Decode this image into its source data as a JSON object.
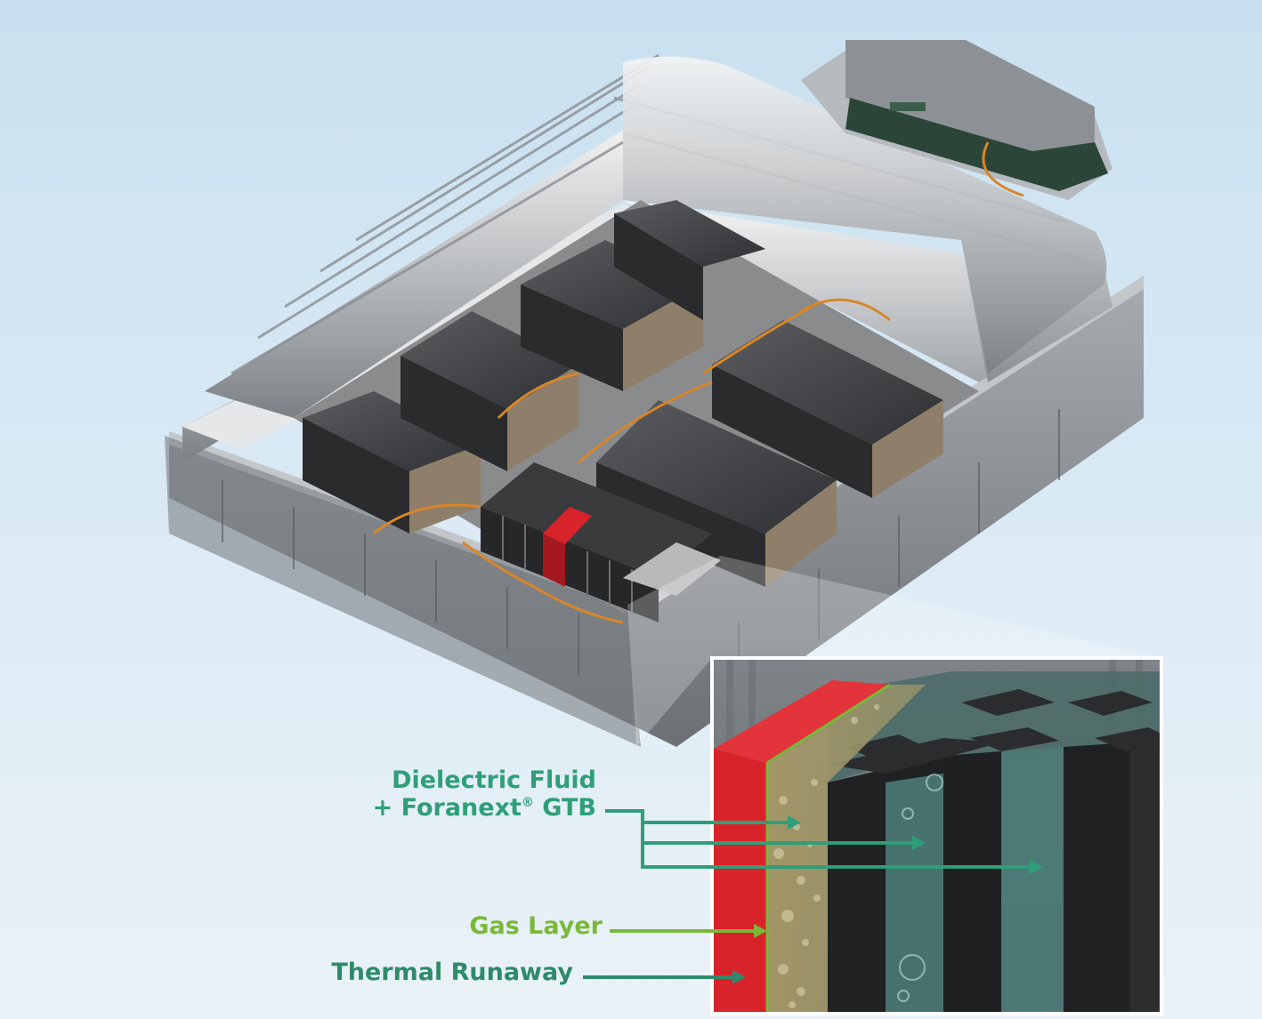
{
  "labels": {
    "dielectric_line1": "Dielectric Fluid",
    "dielectric_line2_prefix": "+ Foranext",
    "dielectric_line2_reg": "®",
    "dielectric_line2_suffix": " GTB",
    "gas_layer": "Gas Layer",
    "thermal_runaway": "Thermal Runaway"
  },
  "colors": {
    "dielectric_label": "#2e9f78",
    "gas_label": "#7ab83a",
    "thermal_label": "#2e8a6a",
    "red_cell": "#d8232a",
    "sky_top": "#cfe4f2",
    "sky_bottom": "#e9f1f6"
  }
}
